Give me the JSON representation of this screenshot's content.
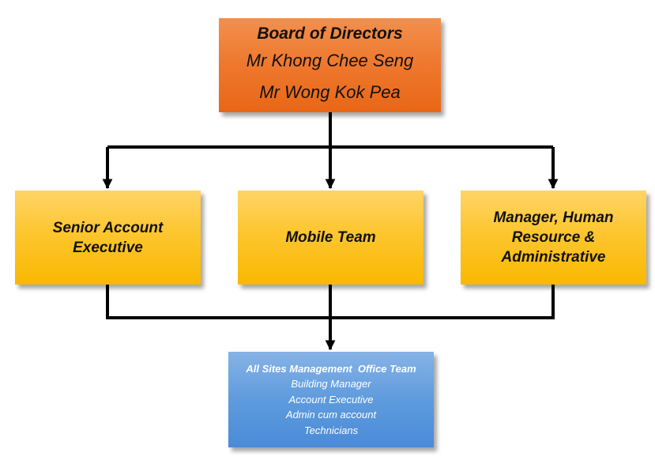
{
  "board": {
    "title": "Board of Directors",
    "members": [
      "Mr Khong Chee Seng",
      "Mr Wong Kok Pea"
    ]
  },
  "middle": [
    "Senior Account Executive",
    "Mobile Team",
    "Manager, Human Resource & Administrative"
  ],
  "office": {
    "title": "All Sites Management  Office Team",
    "roles": [
      "Building Manager",
      "Account Executive",
      "Admin cum account",
      "Technicians"
    ]
  },
  "colors": {
    "board_fill": "#ee7a30",
    "middle_fill": "#fdc62f",
    "office_fill": "#5f9bdd",
    "connector": "#000000"
  }
}
